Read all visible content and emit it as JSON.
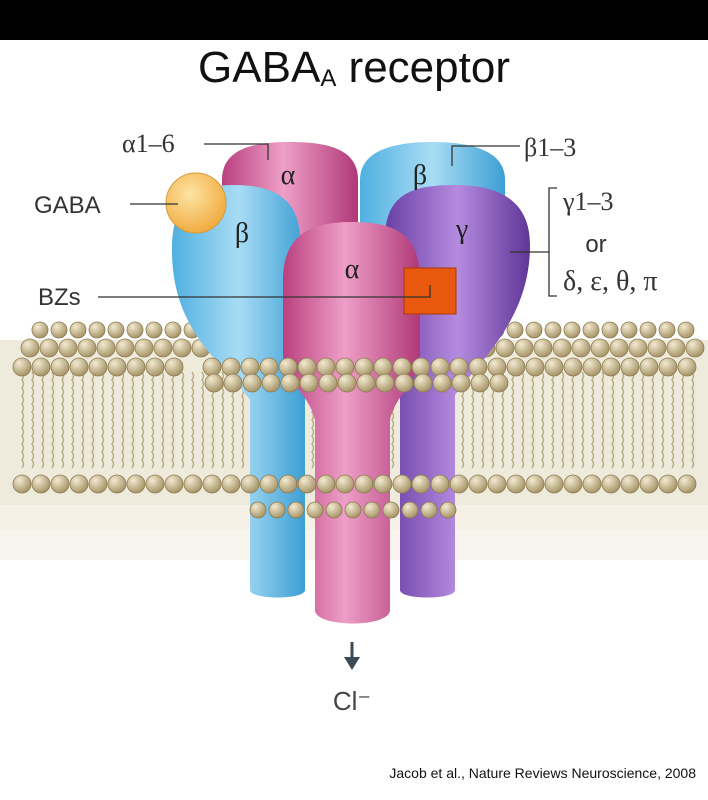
{
  "title": {
    "main": "GABA",
    "sub": "A",
    "rest": " receptor"
  },
  "labels": {
    "alpha_range": "α1–6",
    "beta_range": "β1–3",
    "gaba": "GABA",
    "bzs": "BZs",
    "gamma_range": "γ1–3",
    "or": "or",
    "alternatives": "δ, ε, θ, π",
    "alpha": "α",
    "beta": "β",
    "gamma": "γ",
    "chloride": "Cl⁻"
  },
  "citation": "Jacob et al., Nature Reviews Neuroscience, 2008",
  "colors": {
    "alpha": "#d1609f",
    "beta": "#6ec3ea",
    "gamma": "#8a5bbd",
    "gaba": "#f7c066",
    "bz": "#e8580e",
    "lipid_head": "#c9b98c",
    "membrane": "#efebdc"
  }
}
